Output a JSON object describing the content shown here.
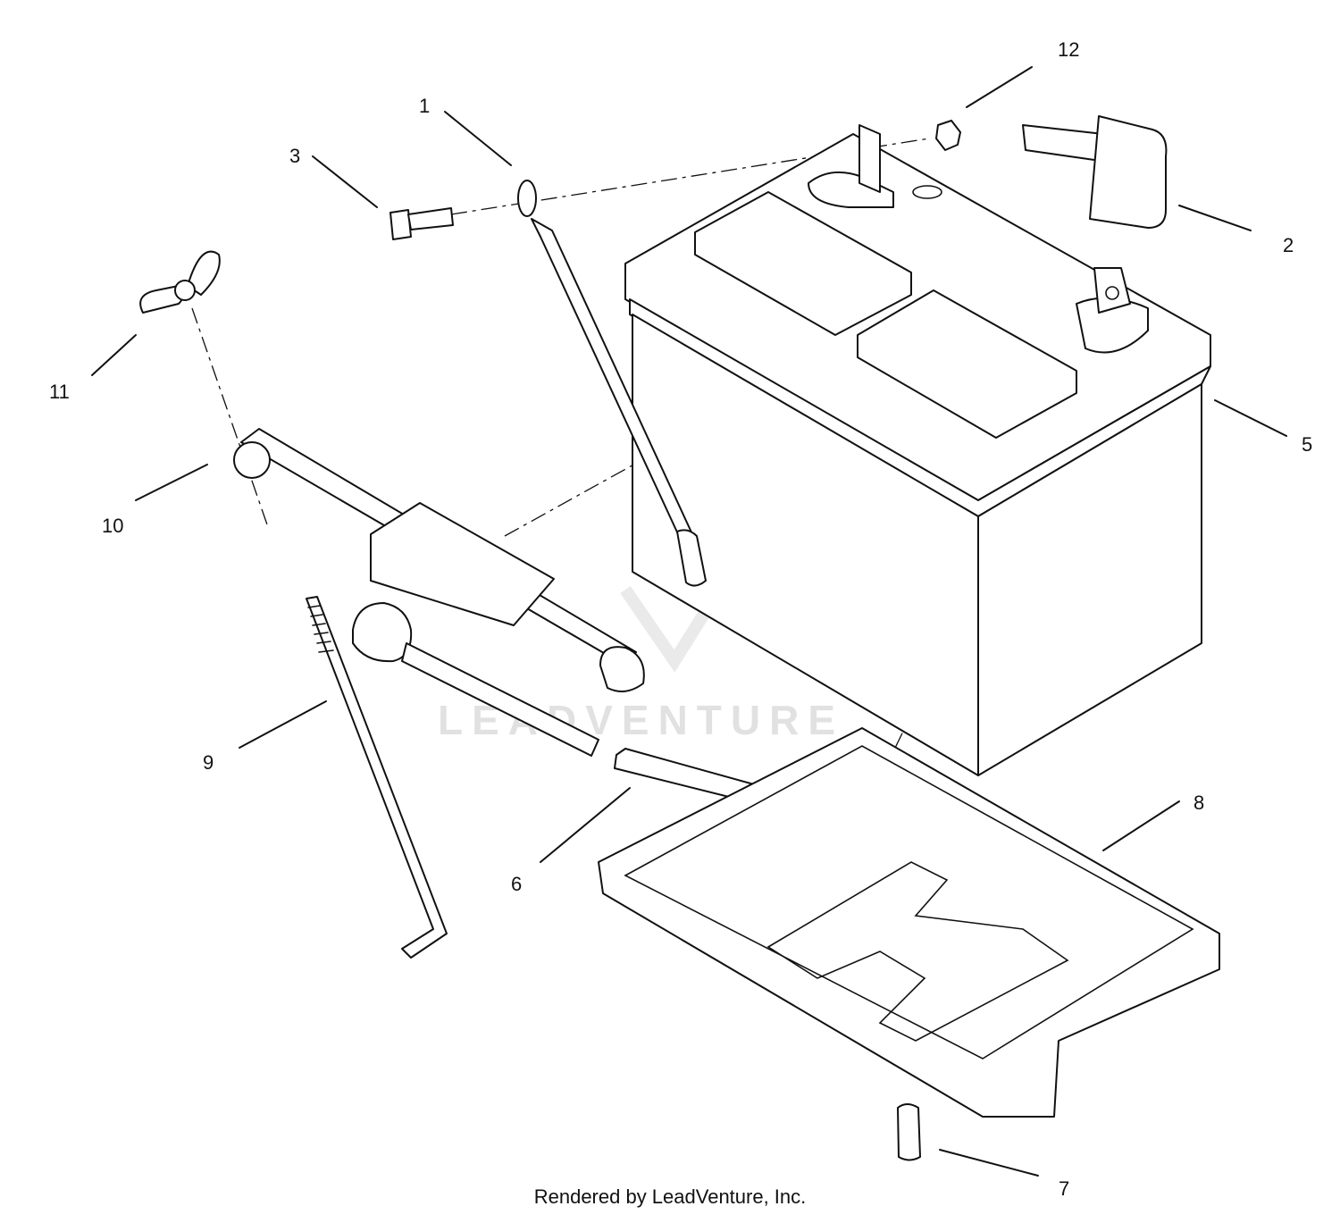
{
  "diagram": {
    "callouts": [
      {
        "id": "1",
        "label": "1"
      },
      {
        "id": "2",
        "label": "2"
      },
      {
        "id": "3",
        "label": "3"
      },
      {
        "id": "5",
        "label": "5"
      },
      {
        "id": "6",
        "label": "6"
      },
      {
        "id": "7",
        "label": "7"
      },
      {
        "id": "8",
        "label": "8"
      },
      {
        "id": "9",
        "label": "9"
      },
      {
        "id": "10",
        "label": "10"
      },
      {
        "id": "11",
        "label": "11"
      },
      {
        "id": "12",
        "label": "12"
      }
    ],
    "watermark": "LEADVENTURE",
    "credit": "Rendered by LeadVenture, Inc."
  }
}
